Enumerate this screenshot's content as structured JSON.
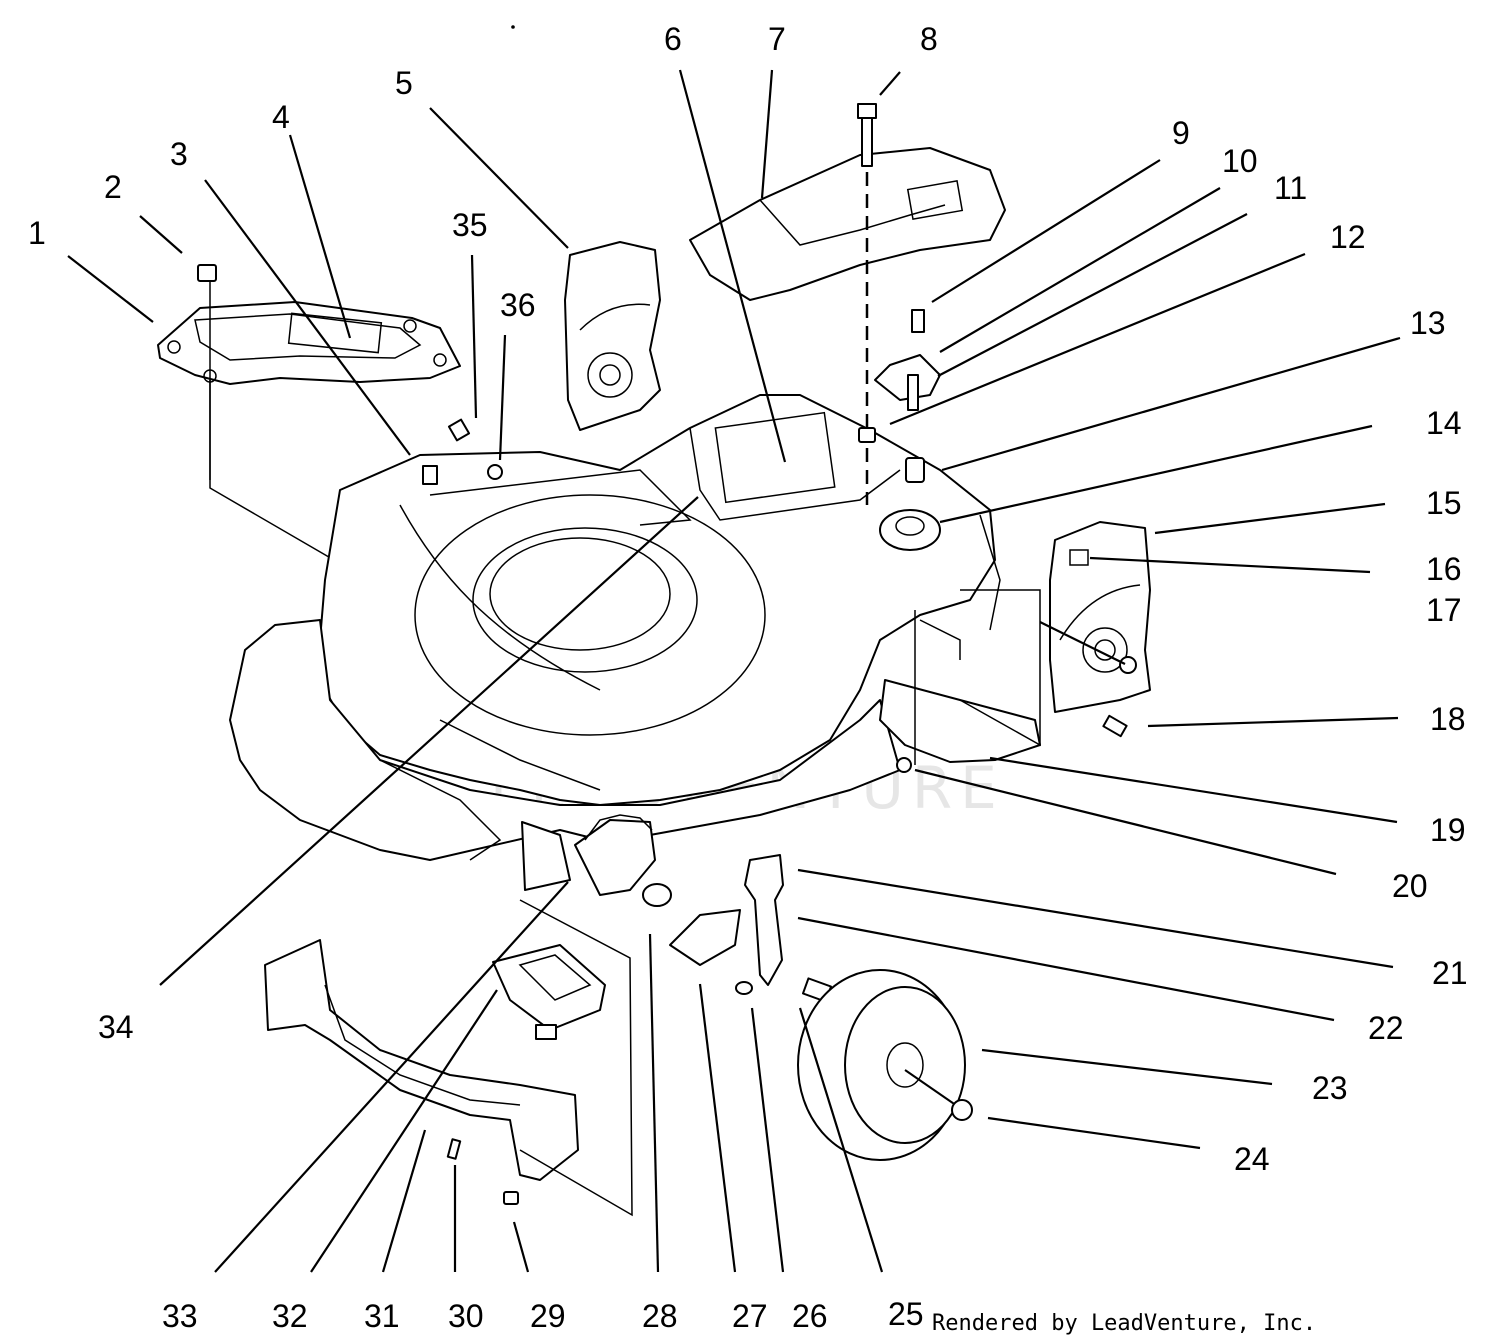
{
  "diagram": {
    "callouts": [
      {
        "id": "1",
        "text": "1"
      },
      {
        "id": "2",
        "text": "2"
      },
      {
        "id": "3",
        "text": "3"
      },
      {
        "id": "4",
        "text": "4"
      },
      {
        "id": "5",
        "text": "5"
      },
      {
        "id": "6",
        "text": "6"
      },
      {
        "id": "7",
        "text": "7"
      },
      {
        "id": "8",
        "text": "8"
      },
      {
        "id": "9",
        "text": "9"
      },
      {
        "id": "10",
        "text": "10"
      },
      {
        "id": "11",
        "text": "11"
      },
      {
        "id": "12",
        "text": "12"
      },
      {
        "id": "13",
        "text": "13"
      },
      {
        "id": "14",
        "text": "14"
      },
      {
        "id": "15",
        "text": "15"
      },
      {
        "id": "16",
        "text": "16"
      },
      {
        "id": "17",
        "text": "17"
      },
      {
        "id": "18",
        "text": "18"
      },
      {
        "id": "19",
        "text": "19"
      },
      {
        "id": "20",
        "text": "20"
      },
      {
        "id": "21",
        "text": "21"
      },
      {
        "id": "22",
        "text": "22"
      },
      {
        "id": "23",
        "text": "23"
      },
      {
        "id": "24",
        "text": "24"
      },
      {
        "id": "25",
        "text": "25"
      },
      {
        "id": "26",
        "text": "26"
      },
      {
        "id": "27",
        "text": "27"
      },
      {
        "id": "28",
        "text": "28"
      },
      {
        "id": "29",
        "text": "29"
      },
      {
        "id": "30",
        "text": "30"
      },
      {
        "id": "31",
        "text": "31"
      },
      {
        "id": "32",
        "text": "32"
      },
      {
        "id": "33",
        "text": "33"
      },
      {
        "id": "34",
        "text": "34"
      },
      {
        "id": "35",
        "text": "35"
      },
      {
        "id": "36",
        "text": "36"
      }
    ],
    "credit": "Rendered by LeadVenture, Inc.",
    "watermark": "LEADVENTURE"
  }
}
